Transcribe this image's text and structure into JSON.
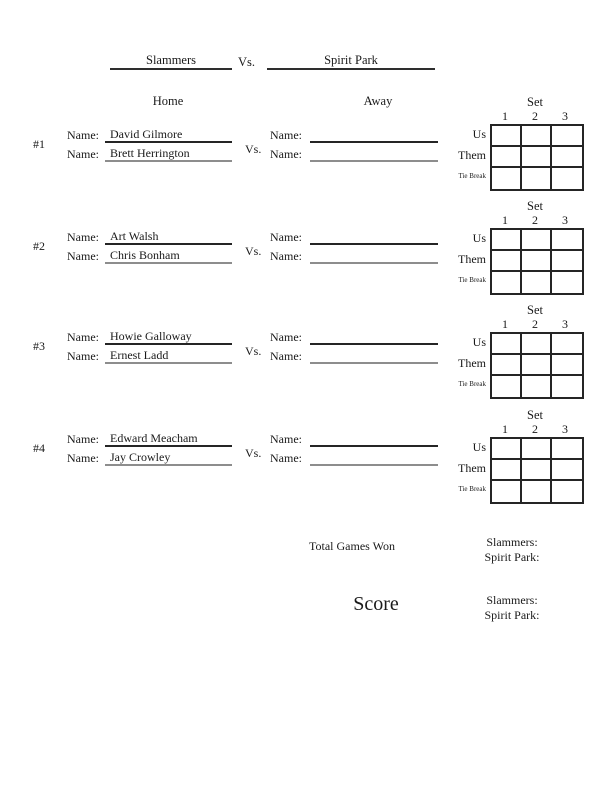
{
  "header": {
    "home_team": "Slammers",
    "vs": "Vs.",
    "away_team": "Spirit Park",
    "home_column": "Home",
    "away_column": "Away"
  },
  "labels": {
    "name": "Name:",
    "vs": "Vs."
  },
  "set_grid": {
    "title": "Set",
    "columns": [
      "1",
      "2",
      "3"
    ],
    "rows": [
      "Us",
      "Them",
      "Tie Break"
    ],
    "cells": [
      [
        "",
        "",
        ""
      ],
      [
        "",
        "",
        ""
      ],
      [
        "",
        "",
        ""
      ]
    ]
  },
  "matches": [
    {
      "number": "#1",
      "home": [
        "David Gilmore",
        "Brett Herrington"
      ],
      "away": [
        "",
        ""
      ]
    },
    {
      "number": "#2",
      "home": [
        "Art Walsh",
        "Chris Bonham"
      ],
      "away": [
        "",
        ""
      ]
    },
    {
      "number": "#3",
      "home": [
        "Howie Galloway",
        "Ernest Ladd"
      ],
      "away": [
        "",
        ""
      ]
    },
    {
      "number": "#4",
      "home": [
        "Edward Meacham",
        "Jay Crowley"
      ],
      "away": [
        "",
        ""
      ]
    }
  ],
  "footer": {
    "total_games_won_label": "Total Games Won",
    "score_label": "Score",
    "slammers_label": "Slammers:",
    "spirit_park_label": "Spirit Park:",
    "total_games": {
      "slammers": "",
      "spirit_park": ""
    },
    "score": {
      "slammers": "",
      "spirit_park": ""
    }
  },
  "colors": {
    "ink": "#1a1a1a",
    "second_line_gray": "#8d8d8d",
    "background": "#ffffff"
  }
}
